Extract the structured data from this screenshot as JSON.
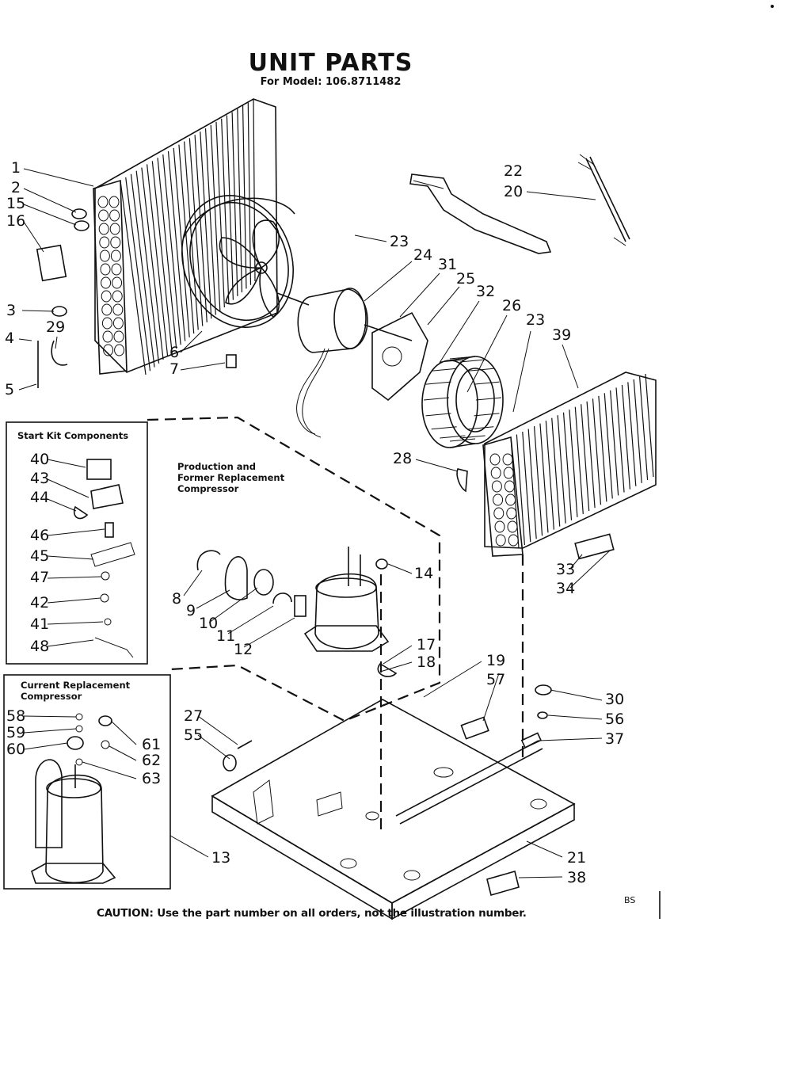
{
  "header": {
    "title": "UNIT PARTS",
    "subtitle": "For Model: 106.8711482"
  },
  "boxes": {
    "start_kit": "Start Kit Components",
    "production": [
      "Production and",
      "Former Replacement",
      "Compressor"
    ],
    "current": [
      "Current Replacement",
      "Compressor"
    ]
  },
  "caution": "CAUTION: Use the part number on all orders, not the illustration number.",
  "page_mark": "BS",
  "callouts": {
    "c1": "1",
    "c2": "2",
    "c15": "15",
    "c16": "16",
    "c3": "3",
    "c4": "4",
    "c29": "29",
    "c5": "5",
    "c6": "6",
    "c7": "7",
    "c22": "22",
    "c20": "20",
    "c23a": "23",
    "c24": "24",
    "c31": "31",
    "c25": "25",
    "c32": "32",
    "c26": "26",
    "c23b": "23",
    "c39": "39",
    "c28": "28",
    "c33": "33",
    "c34": "34",
    "c40": "40",
    "c43": "43",
    "c44": "44",
    "c46": "46",
    "c45": "45",
    "c47": "47",
    "c42": "42",
    "c41": "41",
    "c48": "48",
    "c8": "8",
    "c9": "9",
    "c10": "10",
    "c11": "11",
    "c12": "12",
    "c14": "14",
    "c17": "17",
    "c18": "18",
    "c19": "19",
    "c57": "57",
    "c30": "30",
    "c56": "56",
    "c37": "37",
    "c27": "27",
    "c55": "55",
    "c58": "58",
    "c59": "59",
    "c60": "60",
    "c61": "61",
    "c62": "62",
    "c63": "63",
    "c13": "13",
    "c21": "21",
    "c38": "38"
  }
}
